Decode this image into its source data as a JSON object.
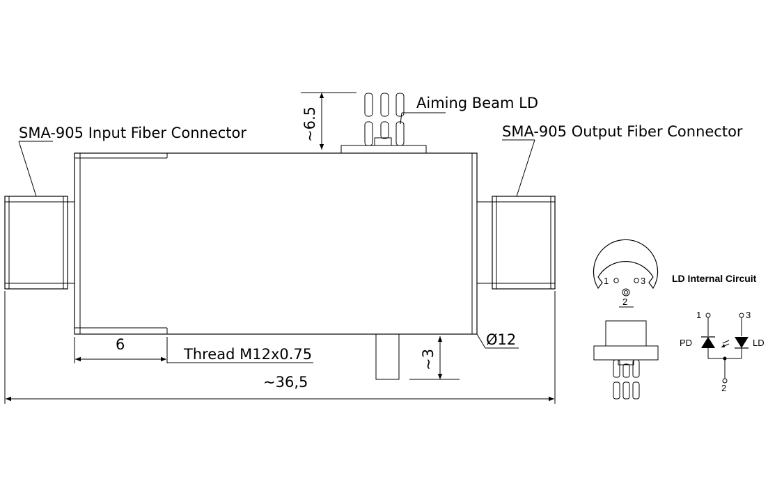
{
  "labels": {
    "input_connector": "SMA-905 Input Fiber Connector",
    "output_connector": "SMA-905 Output Fiber Connector",
    "aiming_beam": "Aiming Beam LD",
    "height_top": "~6.5",
    "thread_length": "6",
    "thread_spec": "Thread M12x0.75",
    "diameter": "Ø12",
    "height_bottom": "~3",
    "overall_length": "~36,5"
  },
  "ld_package": {
    "pin1": "1",
    "pin2": "2",
    "pin3": "3"
  },
  "ld_circuit": {
    "title": "LD Internal Circuit",
    "pin1": "1",
    "pin2": "2",
    "pin3": "3",
    "pd_label": "PD",
    "ld_label": "LD"
  }
}
